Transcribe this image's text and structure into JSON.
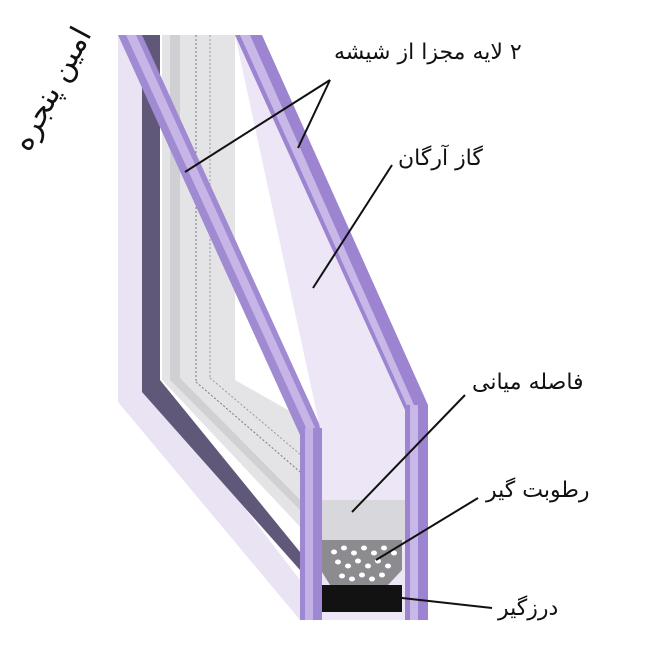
{
  "brand": {
    "text": "امین پنجره"
  },
  "labels": {
    "glass_layers": "۲ لایه مجزا از شیشه",
    "argon_gas": "گاز آرگان",
    "spacer": "فاصله میانی",
    "desiccant": "رطوبت گیر",
    "sealant": "درزگیر"
  },
  "colors": {
    "glass_edge": "#9b82cf",
    "glass_edge_light": "#c7b6e8",
    "glass_face": "#ebe5f5",
    "inner_pane": "#e6e6e6",
    "frame_dark": "#5f5878",
    "spacer_grey": "#8a8a8e",
    "sealant_black": "#121212"
  }
}
